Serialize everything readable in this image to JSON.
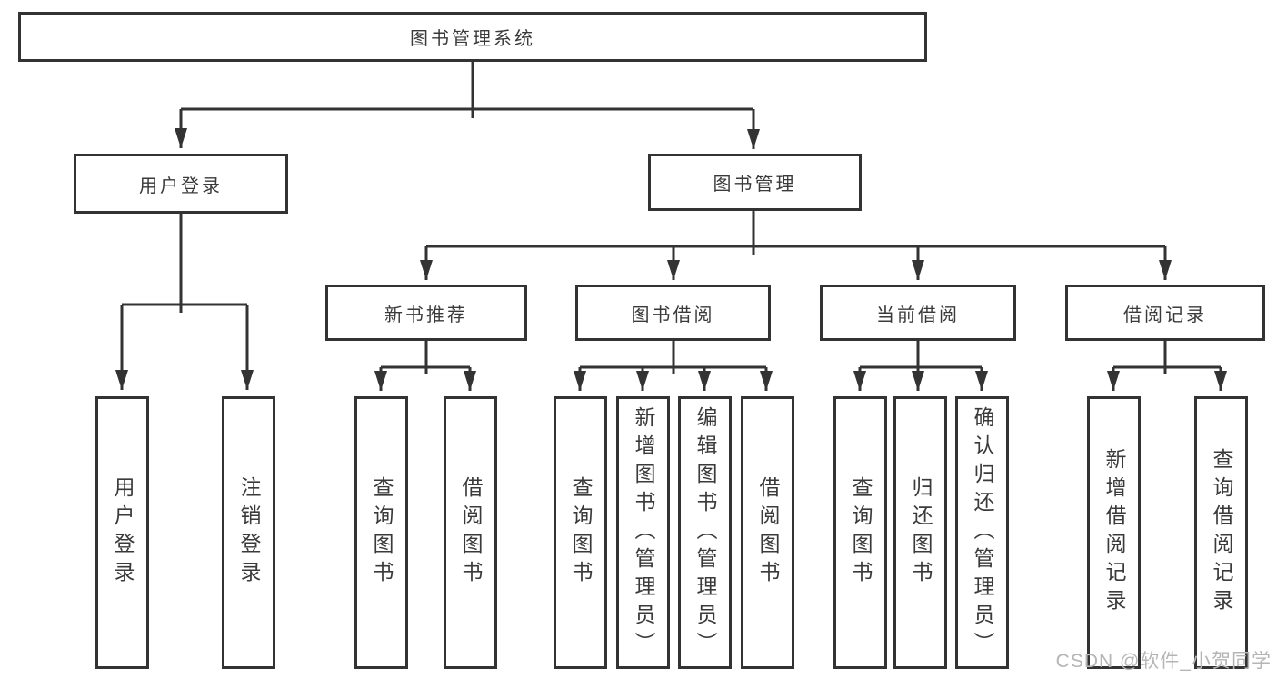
{
  "diagram": {
    "root": {
      "label": "图书管理系统"
    },
    "level2": [
      {
        "id": "user-login",
        "label": "用户登录"
      },
      {
        "id": "book-management",
        "label": "图书管理"
      }
    ],
    "level3": [
      {
        "id": "new-book-recommend",
        "parent": "book-management",
        "label": "新书推荐"
      },
      {
        "id": "book-borrow",
        "parent": "book-management",
        "label": "图书借阅"
      },
      {
        "id": "current-borrow",
        "parent": "book-management",
        "label": "当前借阅"
      },
      {
        "id": "borrow-records",
        "parent": "book-management",
        "label": "借阅记录"
      }
    ],
    "leaves": [
      {
        "parent": "user-login",
        "label": "用户登录"
      },
      {
        "parent": "user-login",
        "label": "注销登录"
      },
      {
        "parent": "new-book-recommend",
        "label": "查询图书"
      },
      {
        "parent": "new-book-recommend",
        "label": "借阅图书"
      },
      {
        "parent": "book-borrow",
        "label": "查询图书"
      },
      {
        "parent": "book-borrow",
        "label": "新增图书（管理员）"
      },
      {
        "parent": "book-borrow",
        "label": "编辑图书（管理员）"
      },
      {
        "parent": "book-borrow",
        "label": "借阅图书"
      },
      {
        "parent": "current-borrow",
        "label": "查询图书"
      },
      {
        "parent": "current-borrow",
        "label": "归还图书"
      },
      {
        "parent": "current-borrow",
        "label": "确认归还（管理员）"
      },
      {
        "parent": "borrow-records",
        "label": "新增借阅记录"
      },
      {
        "parent": "borrow-records",
        "label": "查询借阅记录"
      }
    ],
    "watermark": "CSDN @软件_小贺同学",
    "colors": {
      "line": "#333333",
      "text": "#3a3a3a",
      "background": "#ffffff",
      "watermark": "#b5b5b5"
    }
  }
}
